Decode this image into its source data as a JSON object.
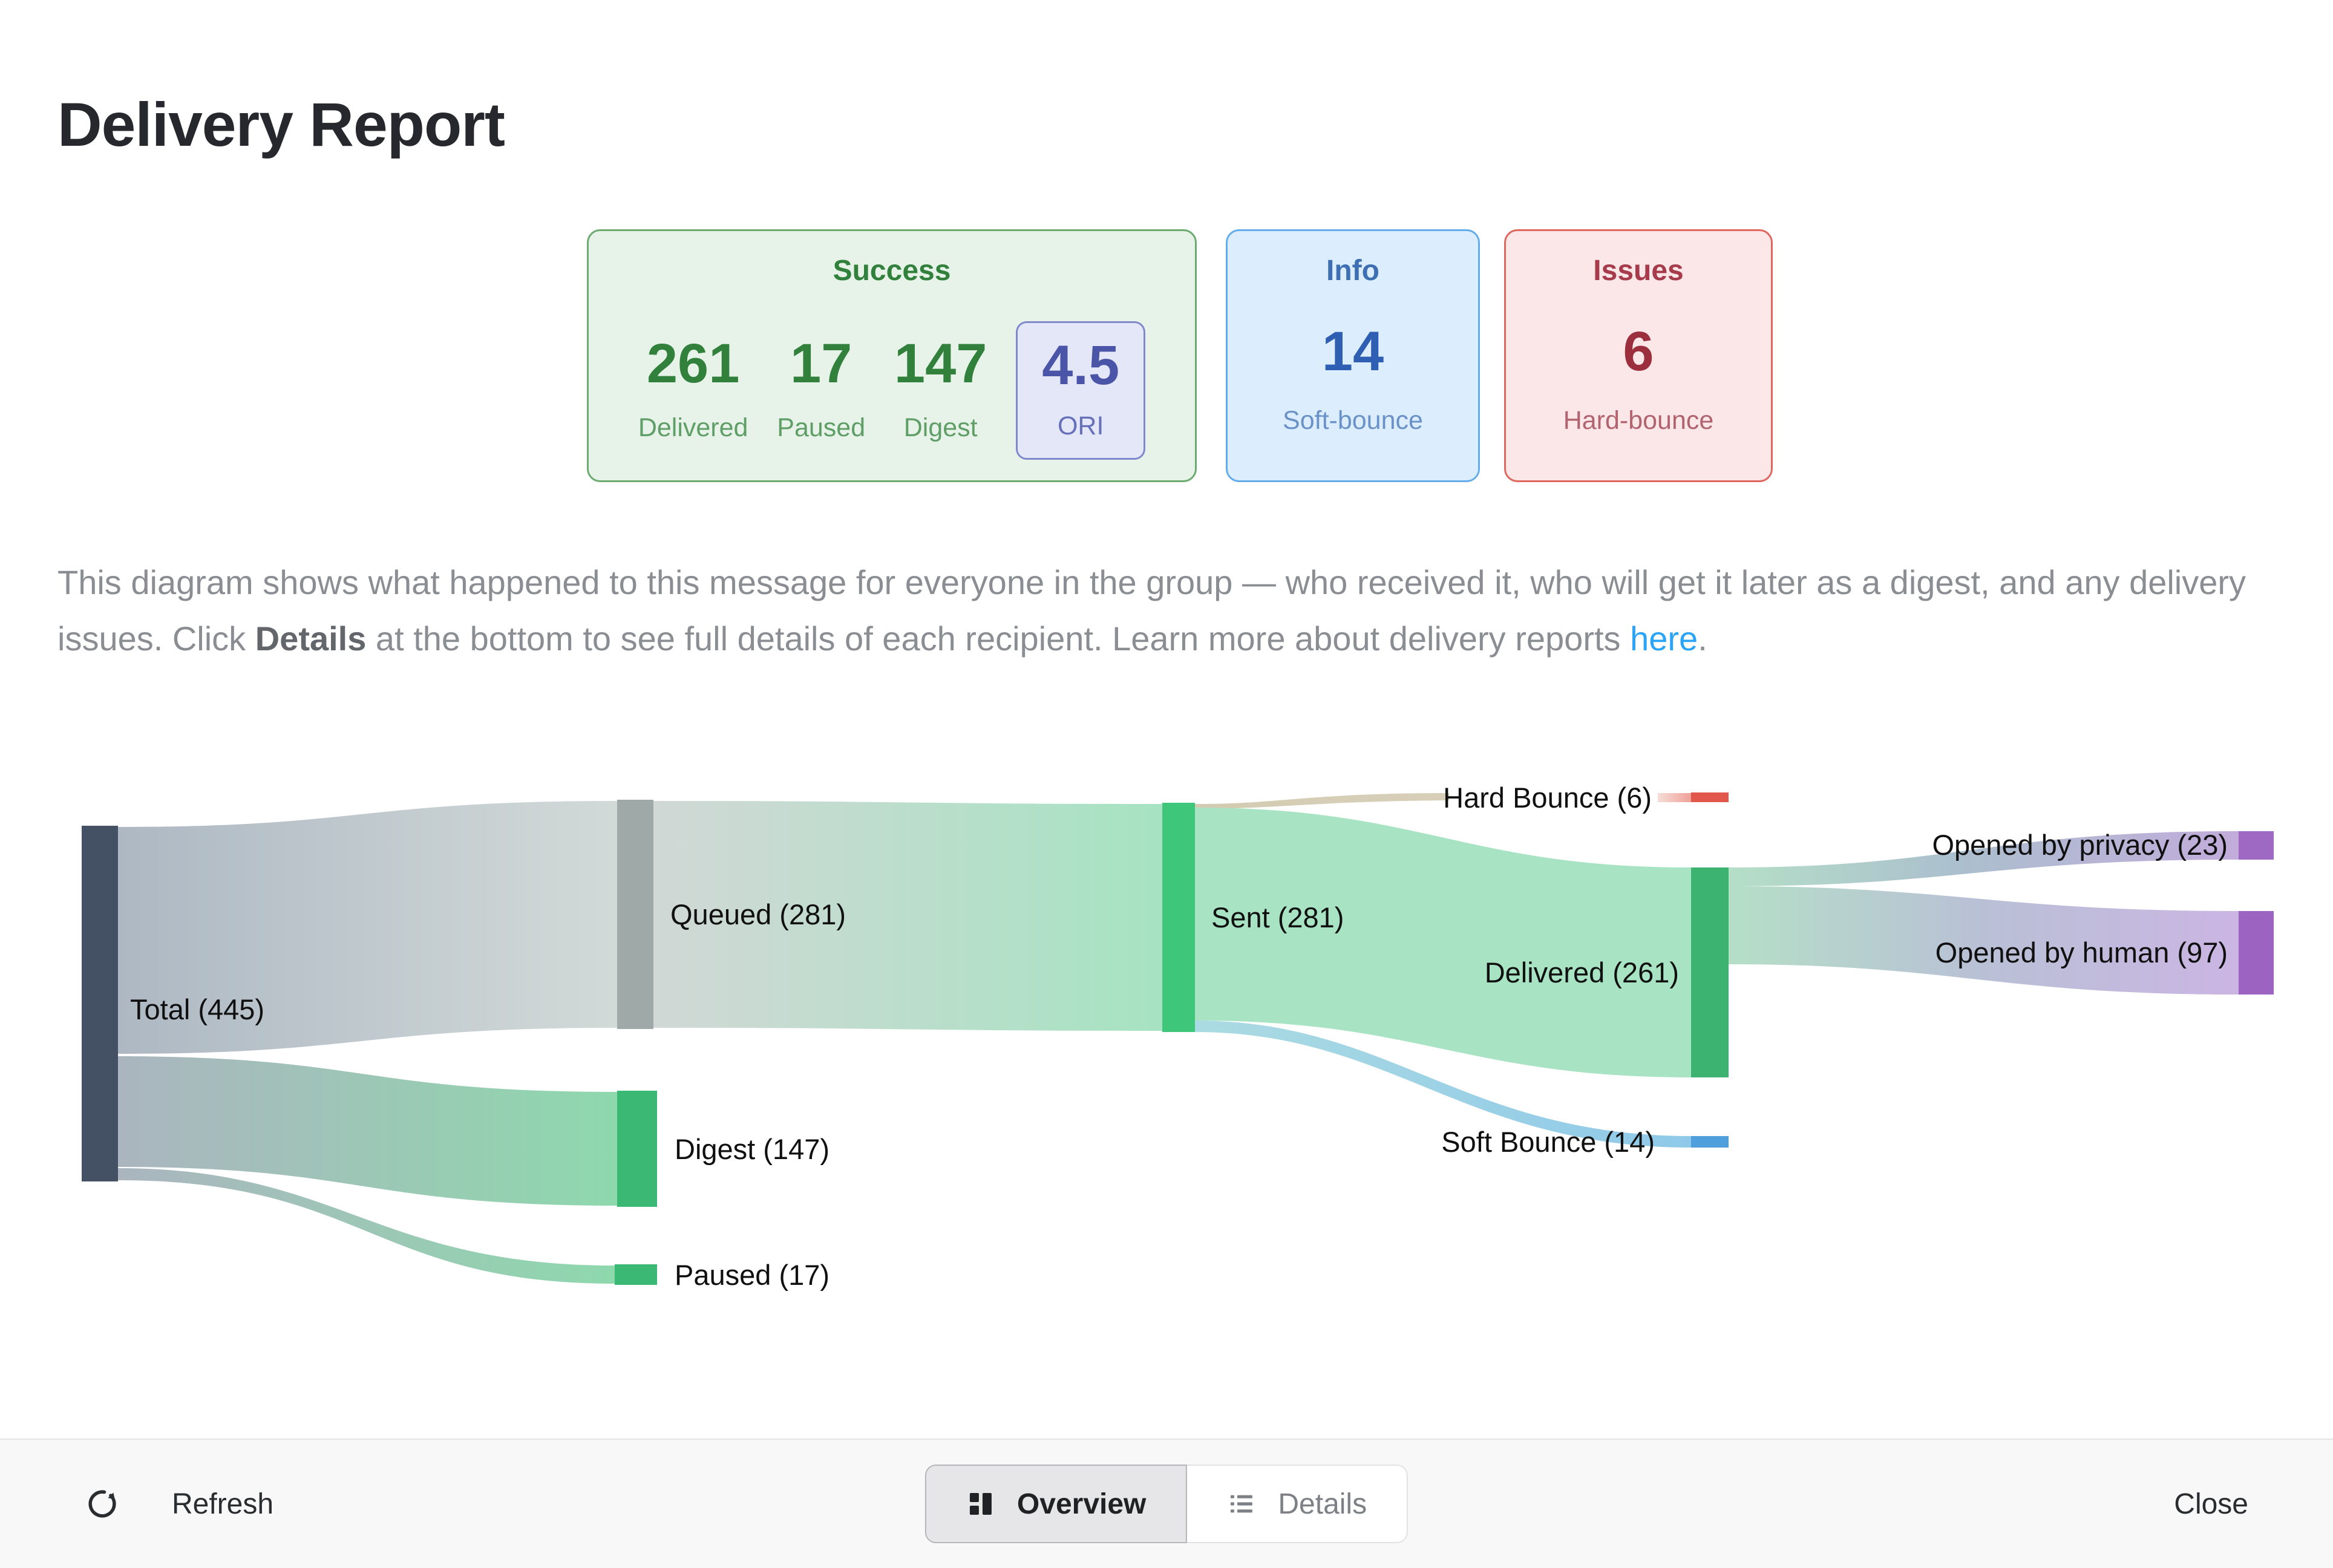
{
  "page": {
    "title": "Delivery Report"
  },
  "summary_cards": {
    "success": {
      "title": "Success",
      "stats": [
        {
          "value": "261",
          "label": "Delivered"
        },
        {
          "value": "17",
          "label": "Paused"
        },
        {
          "value": "147",
          "label": "Digest"
        }
      ],
      "ori": {
        "value": "4.5",
        "label": "ORI"
      }
    },
    "info": {
      "title": "Info",
      "value": "14",
      "label": "Soft-bounce"
    },
    "issues": {
      "title": "Issues",
      "value": "6",
      "label": "Hard-bounce"
    }
  },
  "description": {
    "part1": "This diagram shows what happened to this message for everyone in the group — who received it, who will get it later as a digest, and any delivery issues. Click ",
    "bold": "Details",
    "part2": " at the bottom to see full details of each recipient. Learn more about delivery reports ",
    "link": "here",
    "part3": "."
  },
  "chart_data": {
    "type": "sankey",
    "title": "Message delivery flow",
    "nodes": [
      {
        "name": "Total",
        "value": 445,
        "label": "Total (445)",
        "color": "#445064"
      },
      {
        "name": "Queued",
        "value": 281,
        "label": "Queued (281)",
        "color": "#9fa9a7"
      },
      {
        "name": "Digest",
        "value": 147,
        "label": "Digest (147)",
        "color": "#3bb873"
      },
      {
        "name": "Paused",
        "value": 17,
        "label": "Paused (17)",
        "color": "#3bb873"
      },
      {
        "name": "Sent",
        "value": 281,
        "label": "Sent (281)",
        "color": "#3ec77a"
      },
      {
        "name": "Hard Bounce",
        "value": 6,
        "label": "Hard Bounce (6)",
        "color": "#e2574b"
      },
      {
        "name": "Delivered",
        "value": 261,
        "label": "Delivered (261)",
        "color": "#3cb371"
      },
      {
        "name": "Soft Bounce",
        "value": 14,
        "label": "Soft Bounce (14)",
        "color": "#4e9fdb"
      },
      {
        "name": "Opened by privacy",
        "value": 23,
        "label": "Opened by privacy (23)",
        "color": "#9d69c2"
      },
      {
        "name": "Opened by human",
        "value": 97,
        "label": "Opened by human (97)",
        "color": "#9c63c0"
      }
    ],
    "links": [
      {
        "source": "Total",
        "target": "Queued",
        "value": 281
      },
      {
        "source": "Total",
        "target": "Digest",
        "value": 147
      },
      {
        "source": "Total",
        "target": "Paused",
        "value": 17
      },
      {
        "source": "Queued",
        "target": "Sent",
        "value": 281
      },
      {
        "source": "Sent",
        "target": "Hard Bounce",
        "value": 6
      },
      {
        "source": "Sent",
        "target": "Delivered",
        "value": 261
      },
      {
        "source": "Sent",
        "target": "Soft Bounce",
        "value": 14
      },
      {
        "source": "Delivered",
        "target": "Opened by privacy",
        "value": 23
      },
      {
        "source": "Delivered",
        "target": "Opened by human",
        "value": 97
      }
    ]
  },
  "colors": {
    "success_green": "#31803c",
    "info_blue": "#2f5fb2",
    "issues_red": "#9c2f3d",
    "ori_indigo": "#4b55a8",
    "link_blue": "#2ba4f7"
  },
  "footer": {
    "refresh": "Refresh",
    "tabs": [
      {
        "label": "Overview",
        "active": true
      },
      {
        "label": "Details",
        "active": false
      }
    ],
    "close": "Close"
  }
}
